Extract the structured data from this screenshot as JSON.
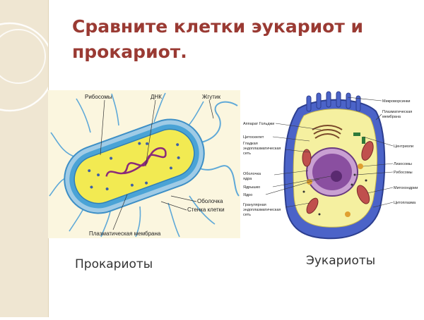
{
  "slide": {
    "title": "Сравните клетки эукариот и прокариот."
  },
  "prokaryote": {
    "caption": "Прокариоты",
    "labels": {
      "ribosomes": "Рибосомы",
      "dna": "ДНК",
      "flagellum": "Жгутик",
      "capsule": "Оболочка",
      "cell_wall": "Стенка клетки",
      "plasma_membrane": "Плазматическая мембрана"
    }
  },
  "eukaryote": {
    "caption": "Эукариоты",
    "labels": {
      "microvilli": "Микроворсинки",
      "plasma_membrane_1": "Плазматическая",
      "plasma_membrane_2": "мембрана",
      "golgi": "Аппарат Гольджи",
      "cytoskeleton": "Цитоскелет",
      "smooth_er_1": "Гладкая",
      "smooth_er_2": "эндоплазматическая",
      "smooth_er_3": "сеть",
      "centrioles": "Центриоли",
      "lysosomes": "Лизосомы",
      "ribosomes": "Рибосомы",
      "nuclear_envelope_1": "Оболочка",
      "nuclear_envelope_2": "ядра",
      "nucleolus": "Ядрышко",
      "nucleus": "Ядро",
      "mitochondria": "Митохондрии",
      "rough_er_1": "Гранулярная",
      "rough_er_2": "эндоплазматическая",
      "rough_er_3": "сеть",
      "cytoplasm": "Цитоплазма"
    }
  },
  "colors": {
    "title": "#9a3a33",
    "strip": "#efe6d2",
    "prokaryote_wall": "#4aa3d6",
    "prokaryote_cytoplasm": "#f2ea52",
    "eukaryote_membrane": "#4b63c8",
    "eukaryote_cytoplasm": "#f5f0a0",
    "nucleus": "#8a4fa0"
  }
}
